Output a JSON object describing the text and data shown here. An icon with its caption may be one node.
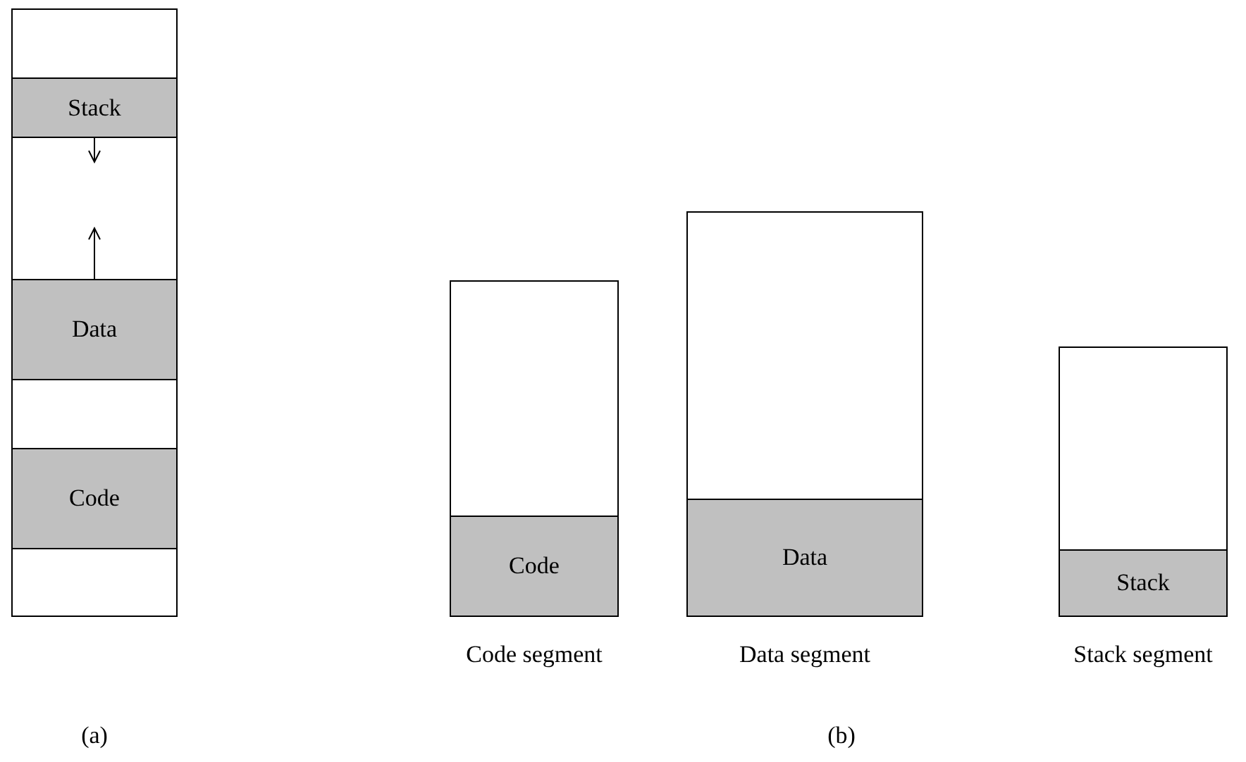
{
  "diagram": {
    "nodes": [
      {
        "text": [],
        "shape": "box"
      },
      {
        "text": [
          "Stack"
        ],
        "in": 0
      },
      {
        "text": [
          "Data"
        ],
        "in": 0
      },
      {
        "text": [
          "Code"
        ],
        "in": 0
      },
      {
        "text": [],
        "shape": "box",
        "beside": [
          "Code segment"
        ]
      },
      {
        "text": [
          "Code"
        ],
        "in": 4
      },
      {
        "text": [],
        "shape": "box",
        "beside": [
          "Data segment"
        ]
      },
      {
        "text": [
          "Data"
        ],
        "in": 6
      },
      {
        "text": [],
        "shape": "box",
        "beside": [
          "Stack segment"
        ]
      },
      {
        "text": [
          "Stack"
        ],
        "in": 8
      }
    ],
    "edges": [
      {
        "from": 1,
        "to": null,
        "arrow": "to"
      },
      {
        "from": 2,
        "to": null,
        "arrow": "to"
      }
    ],
    "labels": [
      "(a)",
      "(b)"
    ]
  }
}
